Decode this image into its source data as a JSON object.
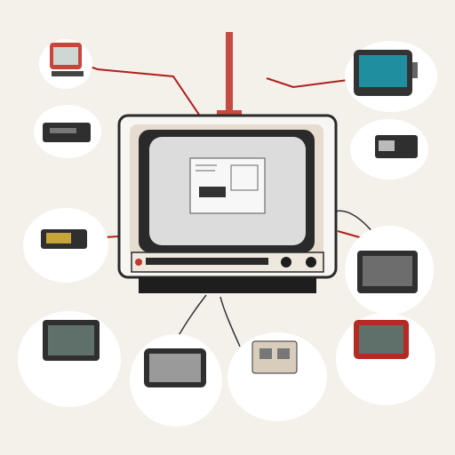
{
  "colors": {
    "background": "#f4f1ea",
    "card": "#ffffff",
    "connector": "#b01e1e",
    "cable": "#333333",
    "tv_body": "#e6ddd0",
    "tv_bezel": "#2a2a2a",
    "screen_glow": "#dcdcdc",
    "accent_teal": "#1f8fa0",
    "accent_red": "#b42b23"
  },
  "central_tv": {
    "label": "",
    "icons": [
      "knob-icon",
      "power-button-icon"
    ]
  },
  "components": [
    {
      "id": "top-left-monitor",
      "title": "",
      "subtitle": "",
      "icon": "crt-monitor-icon"
    },
    {
      "id": "top-right-screen",
      "title": "",
      "subtitle": "",
      "icon": "teal-screen-icon"
    },
    {
      "id": "left-vcr",
      "title": "",
      "subtitle": "",
      "icon": "vcr-icon"
    },
    {
      "id": "right-camera",
      "title": "",
      "subtitle": "",
      "icon": "camera-icon"
    },
    {
      "id": "left-radio",
      "title": "",
      "subtitle": "",
      "icon": "radio-icon"
    },
    {
      "id": "right-monitor",
      "title": "",
      "subtitle": "",
      "icon": "monitor-icon"
    },
    {
      "id": "bottom-left-tv",
      "title": "",
      "subtitle": "",
      "icon": "small-tv-icon"
    },
    {
      "id": "bottom-mid-left-tablet",
      "title": "",
      "subtitle": "",
      "icon": "tablet-icon"
    },
    {
      "id": "bottom-mid-right-board",
      "title": "",
      "subtitle": "",
      "icon": "circuit-board-icon"
    },
    {
      "id": "bottom-right-red-tv",
      "title": "",
      "subtitle": "",
      "icon": "red-tv-icon"
    }
  ]
}
